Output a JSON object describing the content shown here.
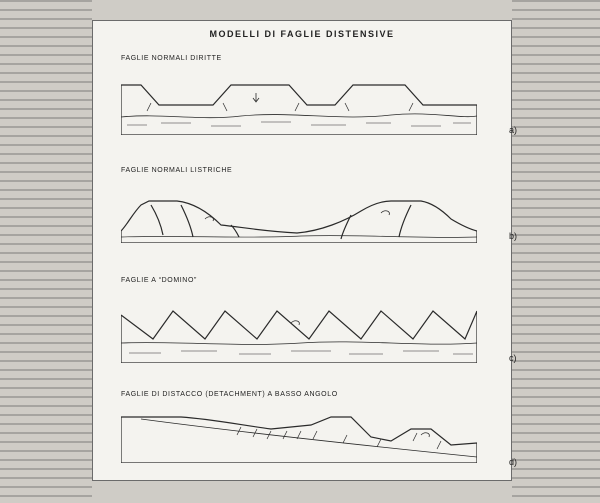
{
  "figure": {
    "title": "MODELLI DI FAGLIE DISTENSIVE",
    "panels": [
      {
        "title": "FAGLIE NORMALI DIRITTE",
        "letter": "a)"
      },
      {
        "title": "FAGLIE NORMALI LISTRICHE",
        "letter": "b)"
      },
      {
        "title": "FAGLIE A “DOMINO”",
        "letter": "c)"
      },
      {
        "title": "FAGLIE DI DISTACCO (DETACHMENT) A BASSO ANGOLO",
        "letter": "d)"
      }
    ]
  },
  "colors": {
    "page_background": "#cfccc6",
    "figure_background": "#f4f3ef",
    "line": "#2a2a2a"
  }
}
